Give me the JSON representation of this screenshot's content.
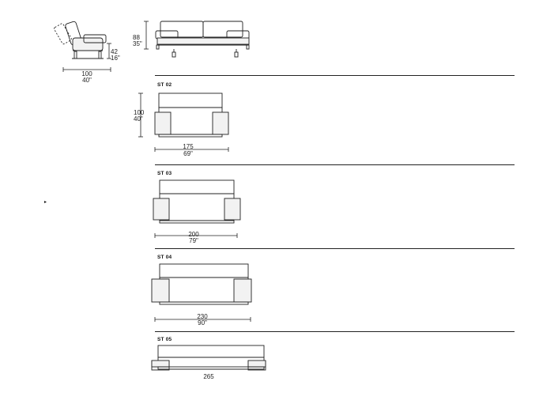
{
  "side_view": {
    "depth_cm": "100",
    "depth_in": "40\"",
    "seat_height_cm": "42",
    "seat_height_in": "16\""
  },
  "front_view": {
    "height_cm": "88",
    "height_in": "35\""
  },
  "plan_depth": {
    "cm": "100",
    "in": "40\""
  },
  "models": [
    {
      "code": "ST 02",
      "width_cm": "175",
      "width_in": "69\""
    },
    {
      "code": "ST 03",
      "width_cm": "200",
      "width_in": "79\""
    },
    {
      "code": "ST 04",
      "width_cm": "230",
      "width_in": "90\""
    },
    {
      "code": "ST 05",
      "width_cm": "265",
      "width_in": ""
    }
  ],
  "marker_glyph": "▸",
  "colors": {
    "line": "#222222",
    "cushion": "#f2f2f2",
    "background": "#ffffff"
  }
}
